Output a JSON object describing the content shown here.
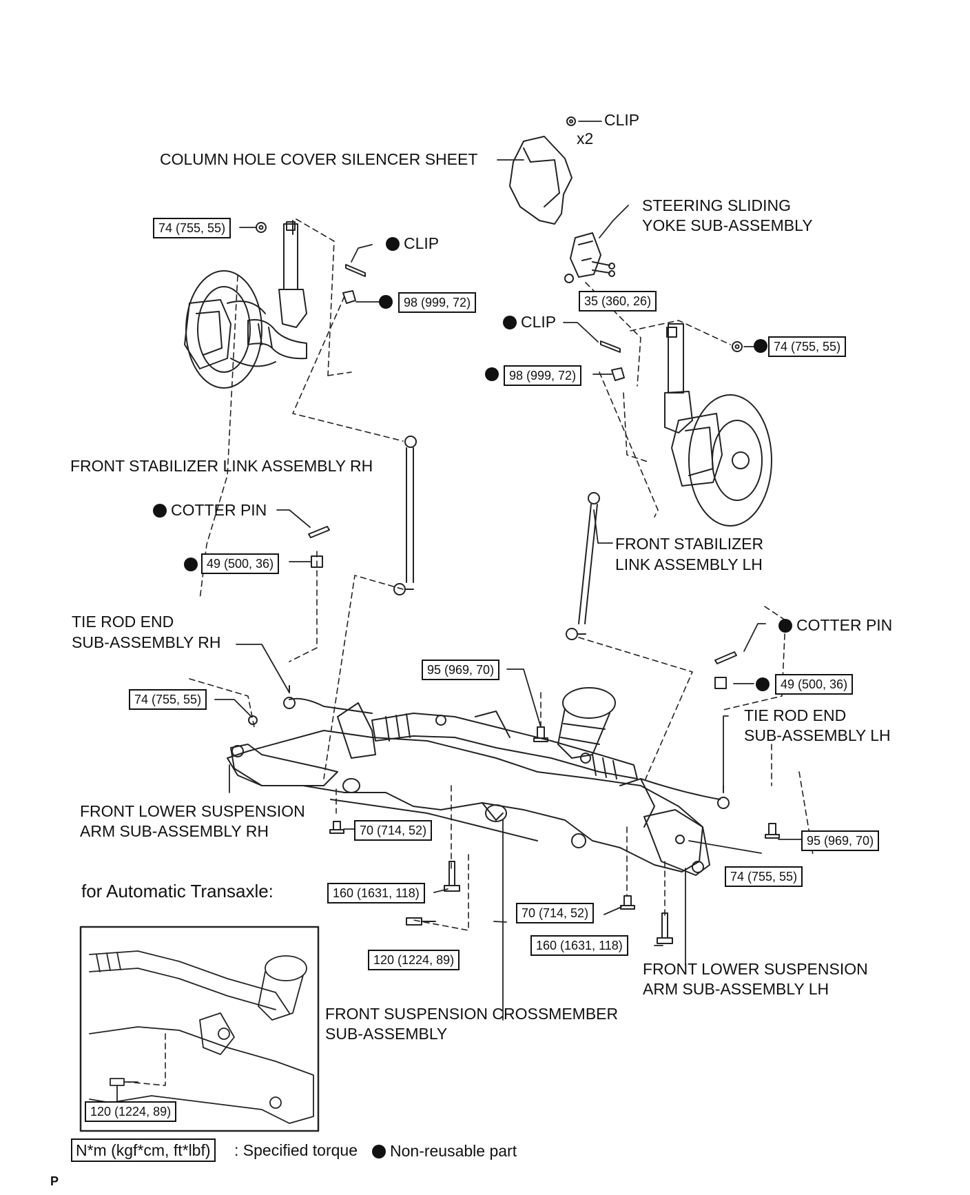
{
  "parts": {
    "clip_top": "CLIP",
    "clip_qty": "x2",
    "silencer": "COLUMN HOLE COVER SILENCER SHEET",
    "yoke_1": "STEERING SLIDING",
    "yoke_2": "YOKE SUB-ASSEMBLY",
    "clip_rh": "CLIP",
    "clip_lh": "CLIP",
    "stab_rh": "FRONT STABILIZER LINK ASSEMBLY RH",
    "cotter_rh": "COTTER PIN",
    "stab_lh_1": "FRONT STABILIZER",
    "stab_lh_2": "LINK ASSEMBLY LH",
    "tie_rh_1": "TIE ROD END",
    "tie_rh_2": "SUB-ASSEMBLY RH",
    "cotter_lh": "COTTER PIN",
    "tie_lh_1": "TIE ROD END",
    "tie_lh_2": "SUB-ASSEMBLY LH",
    "arm_rh_1": "FRONT LOWER SUSPENSION",
    "arm_rh_2": "ARM SUB-ASSEMBLY RH",
    "arm_lh_1": "FRONT LOWER SUSPENSION",
    "arm_lh_2": "ARM SUB-ASSEMBLY LH",
    "cross_1": "FRONT SUSPENSION CROSSMEMBER",
    "cross_2": "SUB-ASSEMBLY"
  },
  "torques": {
    "t74_rh_strut": "74 (755, 55)",
    "t98_rh": "98 (999, 72)",
    "t35_yoke": "35 (360, 26)",
    "t74_lh_strut": "74 (755, 55)",
    "t98_lh": "98 (999, 72)",
    "t49_rh": "49 (500, 36)",
    "t95_center": "95 (969, 70)",
    "t49_lh": "49 (500, 36)",
    "t74_rh_arm": "74 (755, 55)",
    "t70_rh": "70 (714, 52)",
    "t95_lh": "95 (969, 70)",
    "t74_lh_arm": "74 (755, 55)",
    "t160_rh": "160 (1631, 118)",
    "t70_lh": "70 (714, 52)",
    "t160_lh": "160 (1631, 118)",
    "t120_main": "120 (1224, 89)",
    "t120_inset": "120 (1224, 89)"
  },
  "inset_title": "for Automatic Transaxle:",
  "legend": {
    "unit": "N*m (kgf*cm, ft*lbf)",
    "specified": ": Specified torque",
    "nonreusable": "Non-reusable part"
  },
  "corner_mark": "P"
}
